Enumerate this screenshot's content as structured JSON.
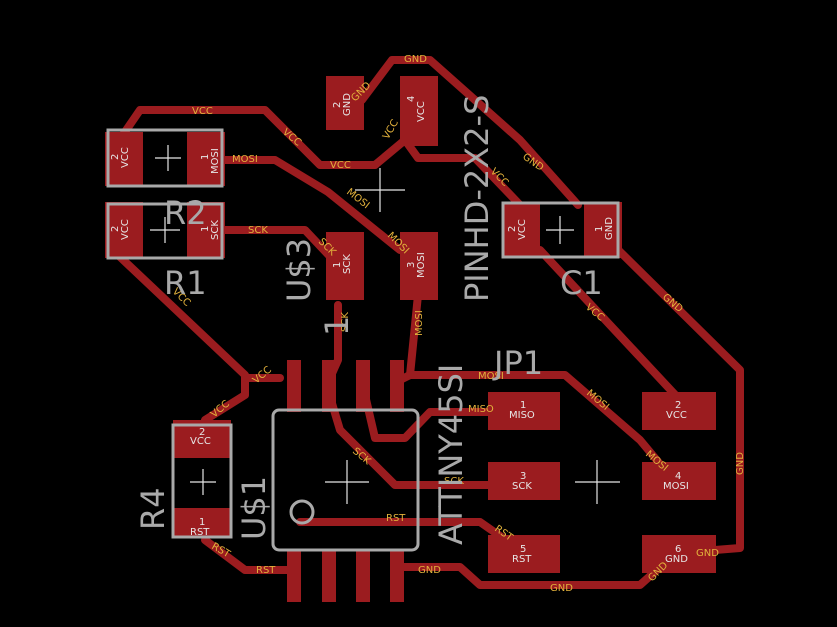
{
  "nets": {
    "gnd": "GND",
    "vcc": "VCC",
    "mosi": "MOSI",
    "miso": "MISO",
    "sck": "SCK",
    "rst": "RST"
  },
  "pins": {
    "one": "1",
    "two": "2",
    "three": "3",
    "four": "4",
    "five": "5",
    "six": "6"
  },
  "components": {
    "r1": "R1",
    "r2": "R2",
    "r4": "R4",
    "c1": "C1",
    "us1": "U$1",
    "us3": "U$3",
    "jp1": "JP1",
    "attiny": "ATTINY45SI",
    "header": "PINHD-2X2-S",
    "pin1_marker": "1"
  },
  "colors": {
    "background": "#000000",
    "copper": "#9b1c1f",
    "silkscreen": "#a9a9a9",
    "net_label": "#e3b23c",
    "pad_label": "#e6e6e6"
  }
}
